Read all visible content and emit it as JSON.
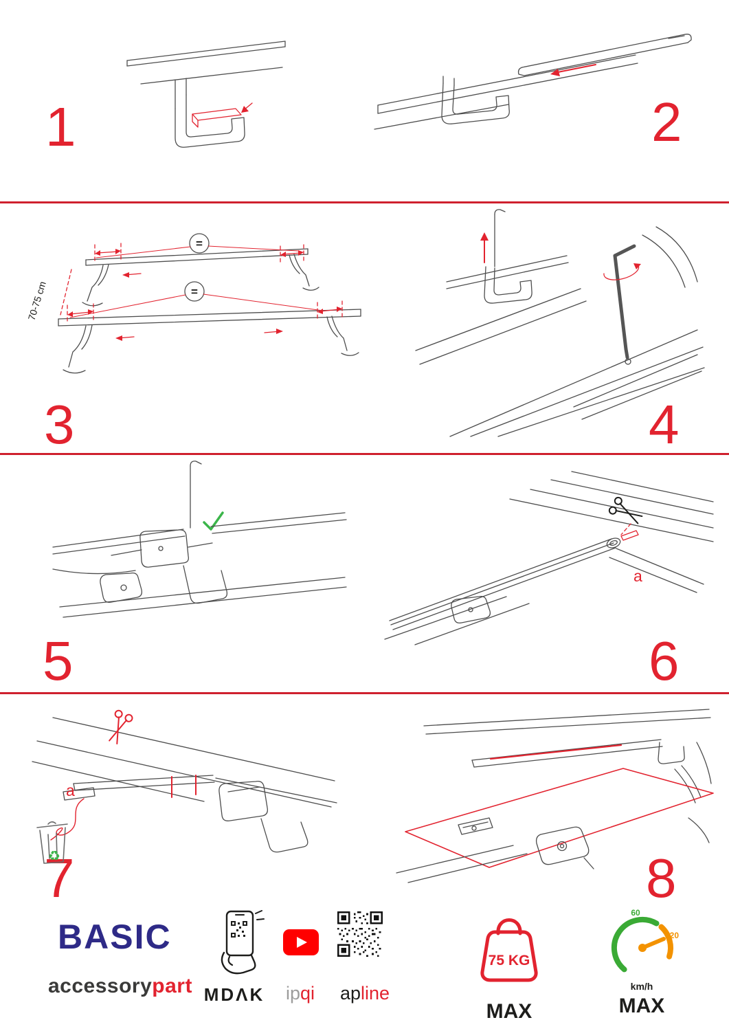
{
  "page": {
    "accent_red": "#e2232f",
    "drawing_gray": "#4d4d4d",
    "check_green": "#3bb54a",
    "brand_blue": "#2e2a87",
    "youtube_red": "#ff0000",
    "gauge_green": "#3aaa35",
    "gauge_orange": "#f39200"
  },
  "steps": {
    "s1": {
      "number": "1"
    },
    "s2": {
      "number": "2"
    },
    "s3": {
      "number": "3",
      "measurement": "70-75 cm",
      "equal_top": "=",
      "equal_bottom": "="
    },
    "s4": {
      "number": "4"
    },
    "s5": {
      "number": "5"
    },
    "s6": {
      "number": "6",
      "label_a": "a"
    },
    "s7": {
      "number": "7",
      "label_a": "a"
    },
    "s8": {
      "number": "8"
    }
  },
  "icons": {
    "recycle": "♻"
  },
  "footer": {
    "brand": "BASIC",
    "brand_sub": {
      "black": "accessory",
      "red": "part"
    },
    "partners": {
      "mdak": "MDΛK",
      "ipqi": {
        "gray": "ip",
        "red": "qi"
      },
      "apline": {
        "black": "ap",
        "red": "line"
      }
    },
    "weight": {
      "value": "75 KG",
      "max": "MAX"
    },
    "speed": {
      "low": "60",
      "high": "120",
      "unit": "km/h",
      "max": "MAX"
    }
  }
}
